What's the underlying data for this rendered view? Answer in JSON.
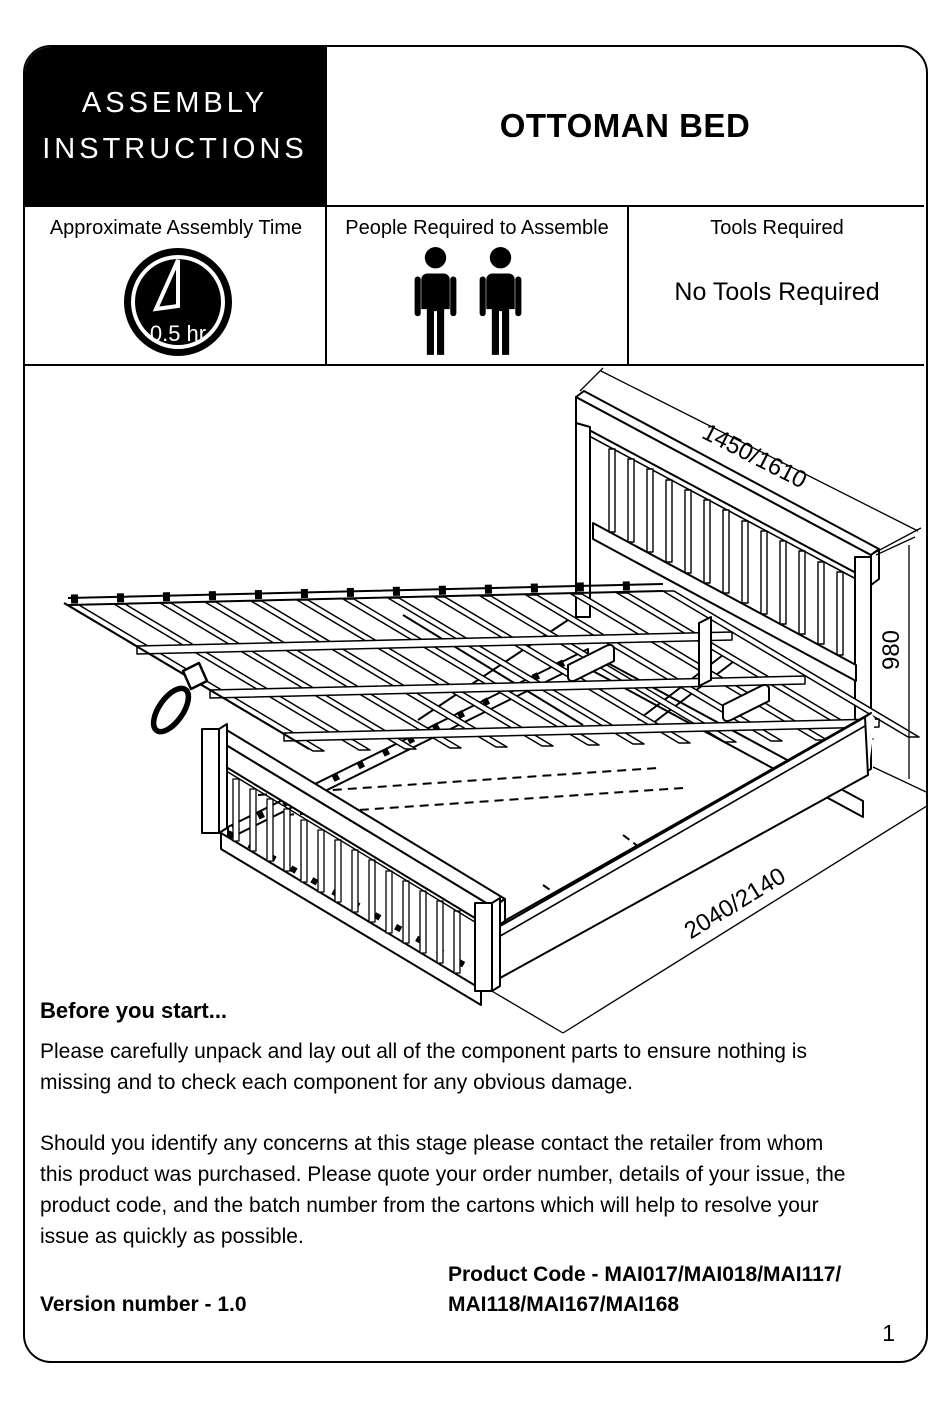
{
  "header": {
    "badge_line1": "ASSEMBLY",
    "badge_line2": "INSTRUCTIONS",
    "product_title": "OTTOMAN BED"
  },
  "info_row": {
    "assembly_time": {
      "label": "Approximate Assembly Time",
      "value": "0.5 hr",
      "icon": "clock-icon"
    },
    "people": {
      "label": "People Required to Assemble",
      "count": 2,
      "icon": "person-icon"
    },
    "tools": {
      "label": "Tools Required",
      "value": "No Tools Required"
    }
  },
  "diagram": {
    "description": "Isometric line drawing of an ottoman storage bed with the slatted base lifted open over the storage box",
    "dimensions": {
      "width_label": "1450/1610",
      "height_label": "980",
      "length_label": "2040/2140"
    }
  },
  "before_you_start": {
    "heading": "Before you start...",
    "paragraph1": "Please carefully unpack and lay out all of the component parts to ensure nothing is missing and to check each component for any obvious damage.",
    "paragraph2": "Should you identify any concerns at this stage please contact the retailer from whom this product was purchased. Please quote your order number, details of your issue, the product code, and the batch number from the cartons which will help to resolve your issue as quickly as possible."
  },
  "footer": {
    "version_label": "Version number - 1.0",
    "product_code_line1": "Product Code - MAI017/MAI018/MAI117/",
    "product_code_line2": "MAI118/MAI167/MAI168",
    "page_number": "1"
  },
  "colors": {
    "ink": "#000000",
    "paper": "#ffffff"
  }
}
